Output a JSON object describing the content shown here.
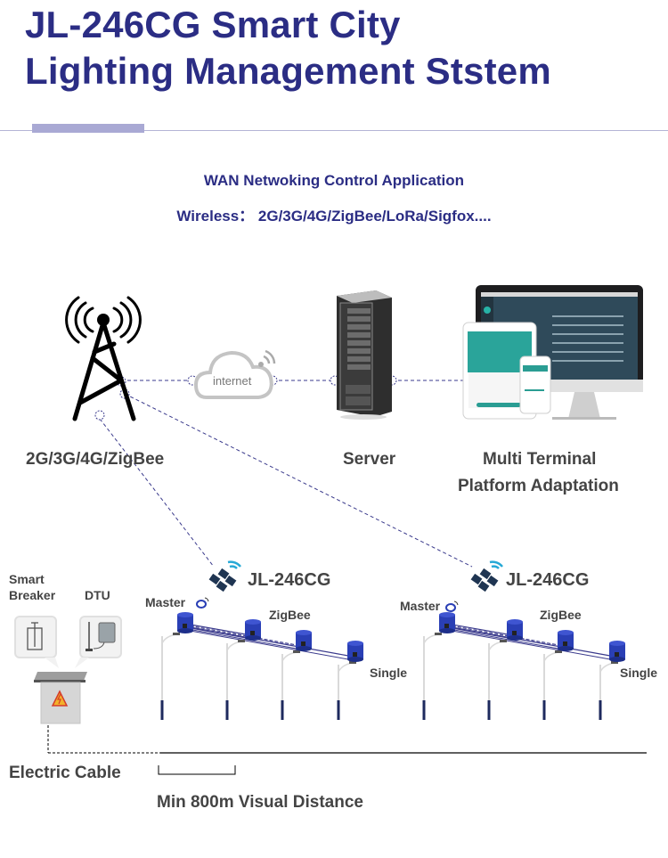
{
  "header": {
    "title_line1": "JL-246CG Smart City",
    "title_line2": "Lighting Management Ststem"
  },
  "subtitle": {
    "heading": "WAN Netwoking Control Application",
    "wireless": "Wireless： 2G/3G/4G/ZigBee/LoRa/Sigfox...."
  },
  "top_row": {
    "tower_label": "2G/3G/4G/ZigBee",
    "cloud_label": "internet",
    "server_label": "Server",
    "terminal_label_line1": "Multi Terminal",
    "terminal_label_line2": "Platform  Adaptation"
  },
  "cabinet": {
    "breaker_label_line1": "Smart",
    "breaker_label_line2": "Breaker",
    "dtu_label": "DTU"
  },
  "groups": [
    {
      "device": "JL-246CG",
      "master": "Master",
      "zigbee": "ZigBee",
      "single": "Single"
    },
    {
      "device": "JL-246CG",
      "master": "Master",
      "zigbee": "ZigBee",
      "single": "Single"
    }
  ],
  "footer": {
    "cable_label": "Electric Cable",
    "distance_label": "Min 800m Visual Distance"
  },
  "colors": {
    "title": "#2b2d84",
    "link_line": "#3a3a8c",
    "node_blue": "#2a3fb5",
    "satellite": "#1f3552",
    "signal": "#27a9d6"
  }
}
